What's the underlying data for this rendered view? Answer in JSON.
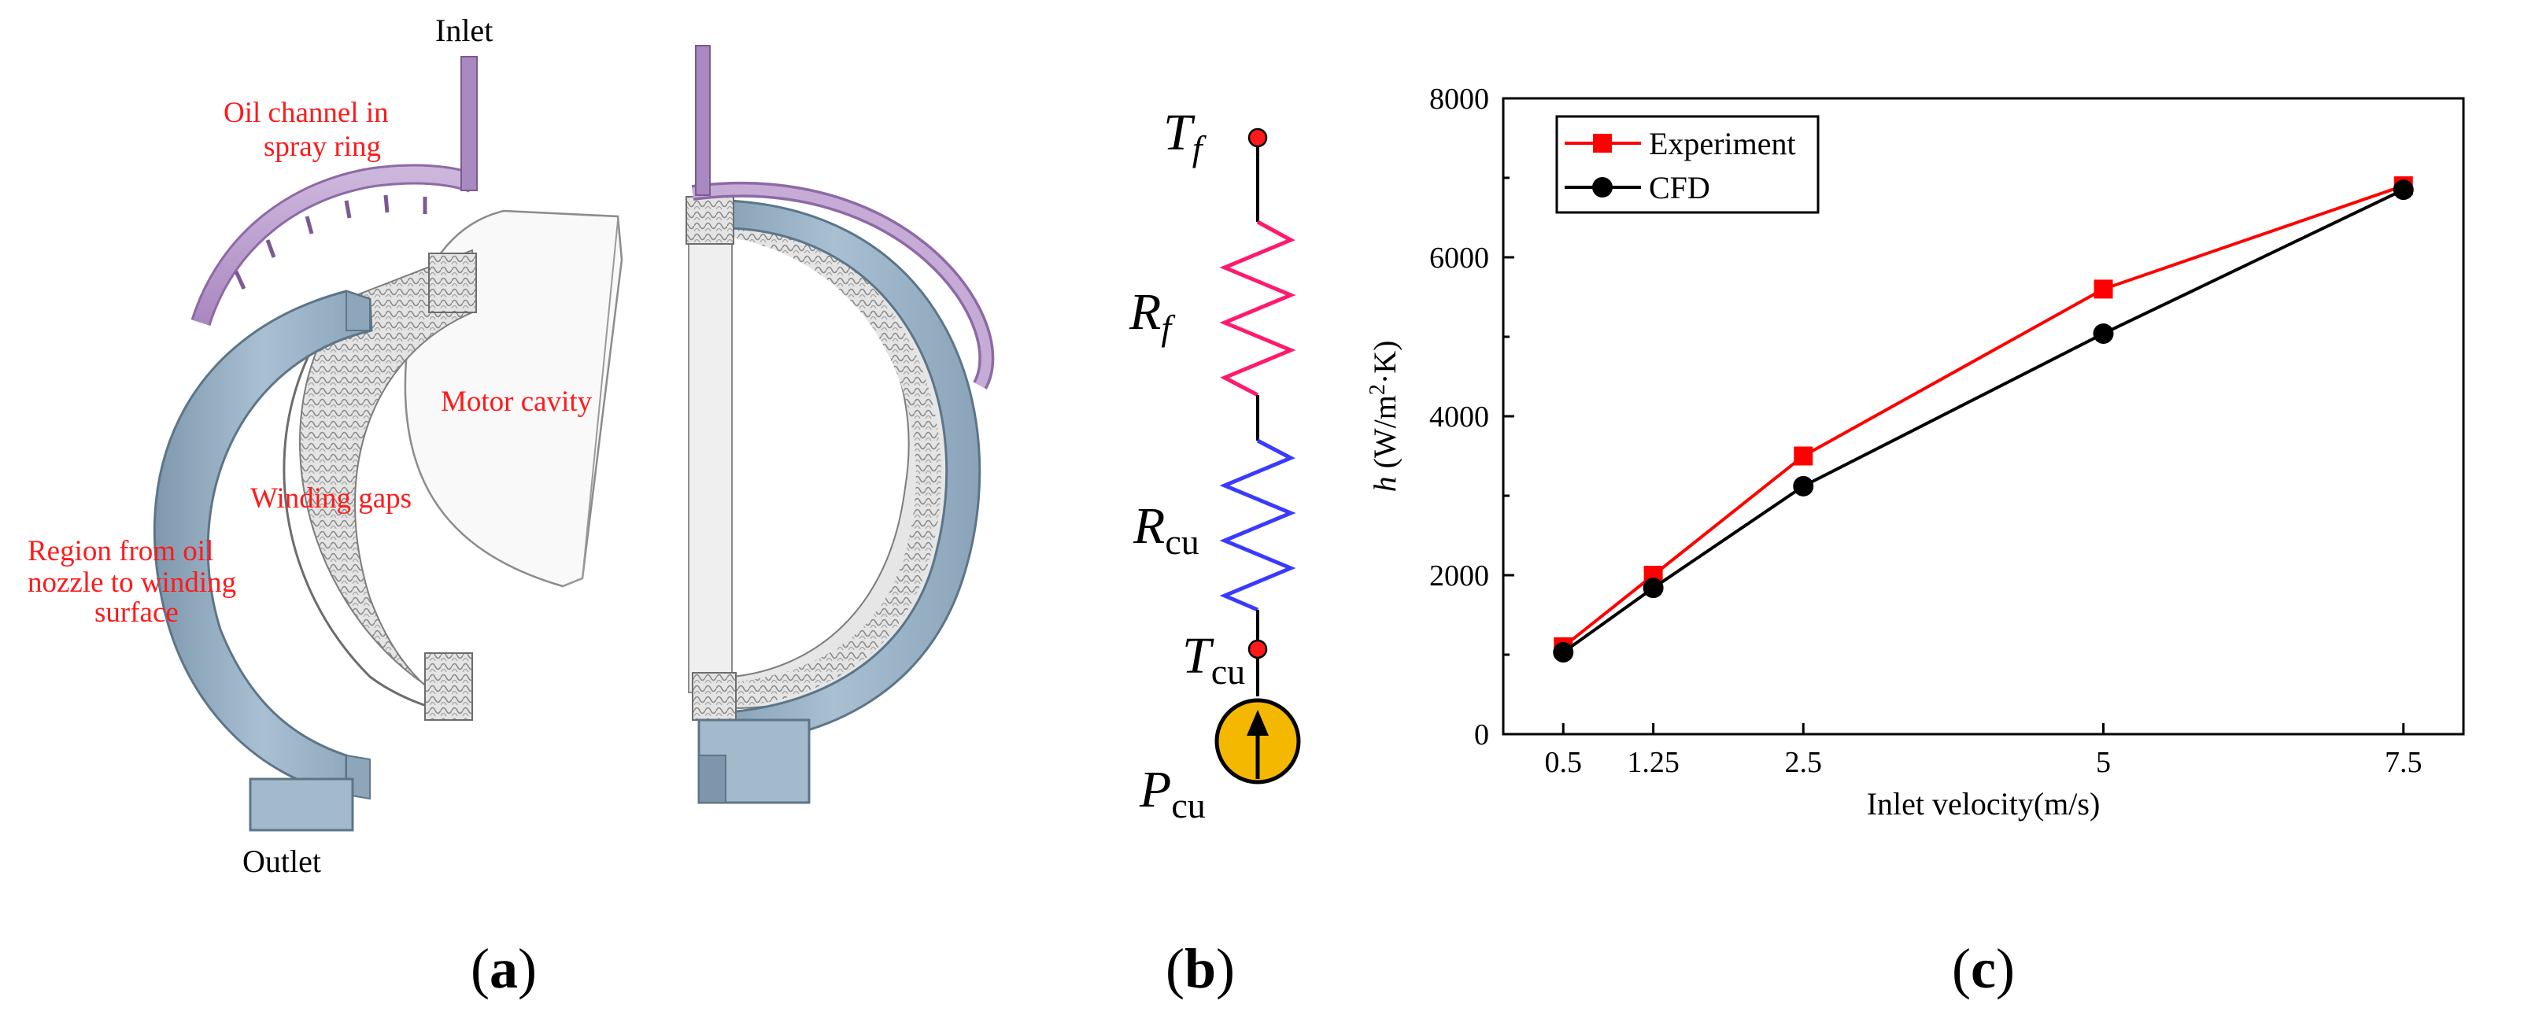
{
  "panel_a": {
    "labels": {
      "inlet": "Inlet",
      "oil_channel_line1": "Oil channel in",
      "oil_channel_line2": "spray ring",
      "motor_cavity": "Motor cavity",
      "winding_gaps": "Winding gaps",
      "region_line1": "Region from oil",
      "region_line2": "nozzle to winding",
      "region_line3": "surface",
      "outlet": "Outlet"
    },
    "caption": "a",
    "colors": {
      "annotation": "#ff1a1a",
      "channel": "#b89ccb",
      "region": "#9fb6c9"
    }
  },
  "panel_b": {
    "nodes": {
      "t_f": "T",
      "t_f_sub": "f",
      "t_cu": "T",
      "t_cu_sub": "cu"
    },
    "resistors": {
      "r_f": "R",
      "r_f_sub": "f",
      "r_cu": "R",
      "r_cu_sub": "cu"
    },
    "source": {
      "p_cu": "P",
      "p_cu_sub": "cu"
    },
    "caption": "b",
    "colors": {
      "r_f": "#ff1a6e",
      "r_cu": "#3a3aff",
      "node": "#ff1a1a",
      "source": "#f5b800"
    }
  },
  "panel_c": {
    "caption": "c",
    "legend": {
      "experiment": "Experiment",
      "cfd": "CFD"
    },
    "xlabel": "Inlet velocity(m/s)",
    "ylabel_sym": "h",
    "ylabel_unit_a": " (W/m",
    "ylabel_sup": "2",
    "ylabel_unit_b": "·K)"
  },
  "chart_data": {
    "type": "line",
    "x": [
      0.5,
      1.25,
      2.5,
      5,
      7.5
    ],
    "xticks": [
      "0.5",
      "1.25",
      "2.5",
      "5",
      "7.5"
    ],
    "yticks": [
      "0",
      "2000",
      "4000",
      "6000",
      "8000"
    ],
    "xlim": [
      0,
      8
    ],
    "ylim": [
      0,
      8000
    ],
    "series": [
      {
        "name": "Experiment",
        "values": [
          1100,
          2000,
          3500,
          5600,
          6900
        ],
        "color": "#ff0000",
        "marker": "square"
      },
      {
        "name": "CFD",
        "values": [
          1030,
          1840,
          3120,
          5040,
          6850
        ],
        "color": "#000000",
        "marker": "circle"
      }
    ],
    "legend": "top-left",
    "grid": false
  }
}
